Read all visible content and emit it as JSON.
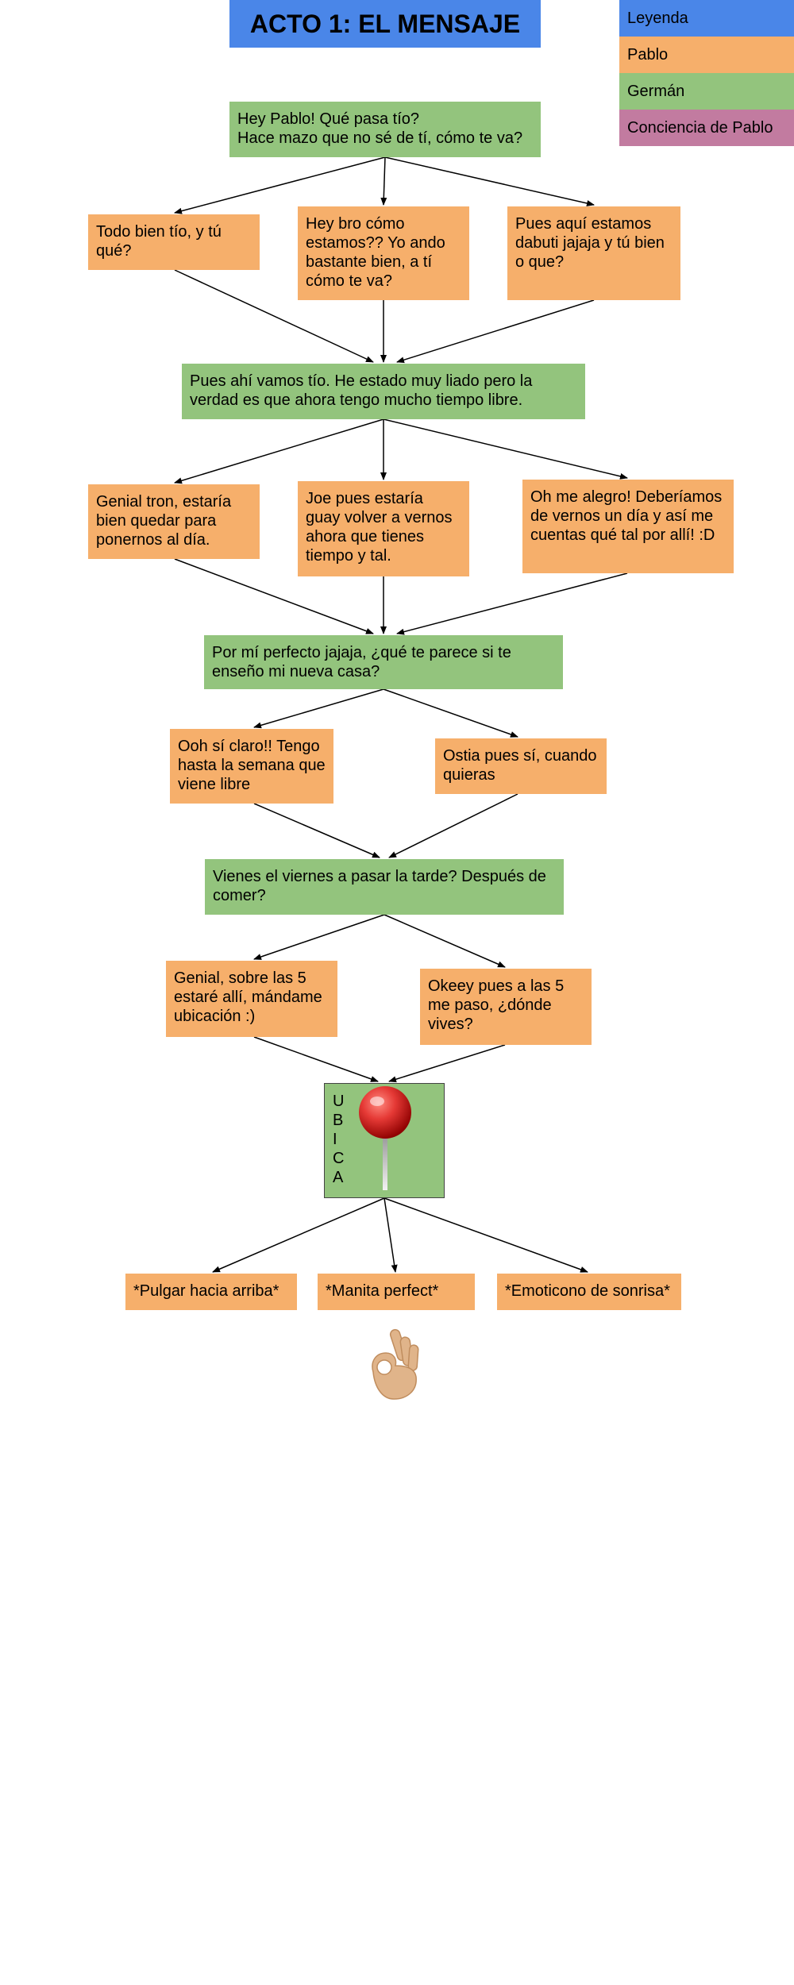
{
  "colors": {
    "title_blue": "#4a86e8",
    "pablo_orange": "#f6af6b",
    "german_green": "#93c47d",
    "conciencia_purple": "#c27ba0"
  },
  "title": "ACTO 1: EL MENSAJE",
  "legend": {
    "title": "Leyenda",
    "pablo": "Pablo",
    "german": "Germán",
    "conciencia": "Conciencia de Pablo"
  },
  "nodes": {
    "g1": "Hey Pablo! Qué pasa tío?\nHace mazo que no sé de tí, cómo te va?",
    "p1a": "Todo bien tío, y tú qué?",
    "p1b": "Hey bro cómo estamos?? Yo ando bastante bien, a tí cómo te va?",
    "p1c": "Pues aquí estamos dabuti jajaja y tú bien o que?",
    "g2": "Pues ahí vamos tío. He estado muy liado pero la verdad es que ahora tengo mucho tiempo libre.",
    "p2a": "Genial tron, estaría bien quedar para ponernos al día.",
    "p2b": "Joe pues estaría guay volver a vernos ahora que tienes tiempo y tal.",
    "p2c": "Oh me alegro! Deberíamos de vernos un día y así me cuentas qué tal por allí! :D",
    "g3": "Por mí perfecto jajaja, ¿qué te parece si te enseño mi nueva casa?",
    "p3a": "Ooh sí claro!! Tengo hasta la semana que viene libre",
    "p3b": "Ostia pues sí, cuando quieras",
    "g4": "Vienes el viernes a pasar la tarde? Después de comer?",
    "p4a": "Genial, sobre las 5 estaré allí, mándame ubicación :)",
    "p4b": "Okeey pues a las 5 me paso, ¿dónde vives?",
    "p5a": "*Pulgar hacia arriba*",
    "p5b": "*Manita perfect*",
    "p5c": "*Emoticono de sonrisa*"
  },
  "ubica": {
    "letters": [
      "U",
      "B",
      "I",
      "C",
      "A"
    ],
    "icon": "map-pin-icon"
  },
  "ok_icon": "ok-hand-icon"
}
